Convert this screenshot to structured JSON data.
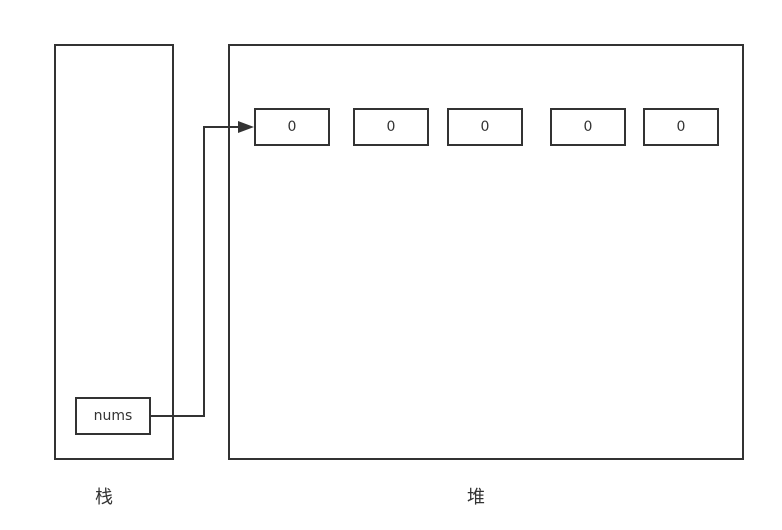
{
  "diagram": {
    "stack_label": "栈",
    "heap_label": "堆",
    "variable": {
      "name": "nums"
    },
    "array_cells": [
      {
        "value": "0"
      },
      {
        "value": "0"
      },
      {
        "value": "0"
      },
      {
        "value": "0"
      },
      {
        "value": "0"
      }
    ],
    "colors": {
      "stroke": "#333333",
      "background": "#ffffff"
    }
  }
}
